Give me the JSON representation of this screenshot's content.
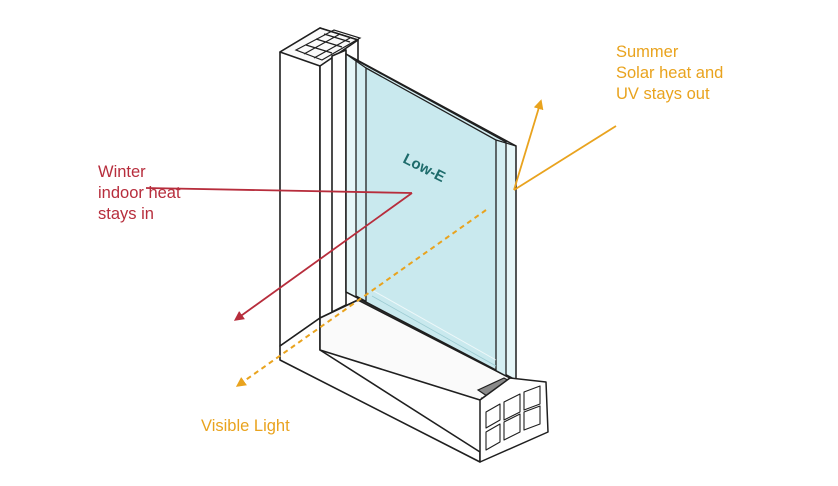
{
  "labels": {
    "summer": [
      "Summer",
      "Solar heat and",
      "UV stays out"
    ],
    "winter": [
      "Winter",
      "indoor heat",
      "stays in"
    ],
    "visible_light": "Visible Light",
    "low_e": "Low-E"
  },
  "colors": {
    "summer": "#e9a31e",
    "winter": "#b72d3c",
    "visible_light": "#e9a31e",
    "glass": "#d4eef2",
    "outline": "#1f1f1f",
    "low_e_text": "#1d6b6b",
    "spacer": "#8a8a8a"
  }
}
